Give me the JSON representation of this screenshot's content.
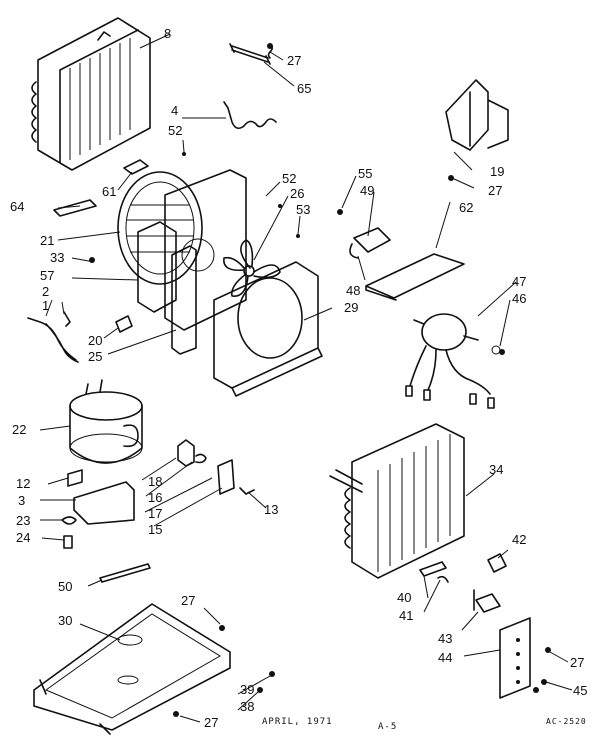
{
  "labels": {
    "n8": "8",
    "n27a": "27",
    "n65": "65",
    "n4": "4",
    "n52a": "52",
    "n61": "61",
    "n64": "64",
    "n52b": "52",
    "n26": "26",
    "n53": "53",
    "n55": "55",
    "n49": "49",
    "n62": "62",
    "n19": "19",
    "n27b": "27",
    "n21": "21",
    "n33": "33",
    "n57": "57",
    "n2": "2",
    "n1": "1",
    "n48": "48",
    "n29": "29",
    "n47": "47",
    "n46": "46",
    "n20": "20",
    "n25": "25",
    "n22": "22",
    "n18": "18",
    "n16": "16",
    "n17": "17",
    "n15": "15",
    "n13": "13",
    "n12": "12",
    "n3": "3",
    "n23": "23",
    "n24": "24",
    "n34": "34",
    "n42": "42",
    "n40": "40",
    "n41": "41",
    "n43": "43",
    "n44": "44",
    "n27c": "27",
    "n45": "45",
    "n50": "50",
    "n27d": "27",
    "n30": "30",
    "n39": "39",
    "n38": "38",
    "n27e": "27"
  },
  "footer": {
    "date": "APRIL, 1971",
    "page": "A-5",
    "code": "AC-2520"
  }
}
